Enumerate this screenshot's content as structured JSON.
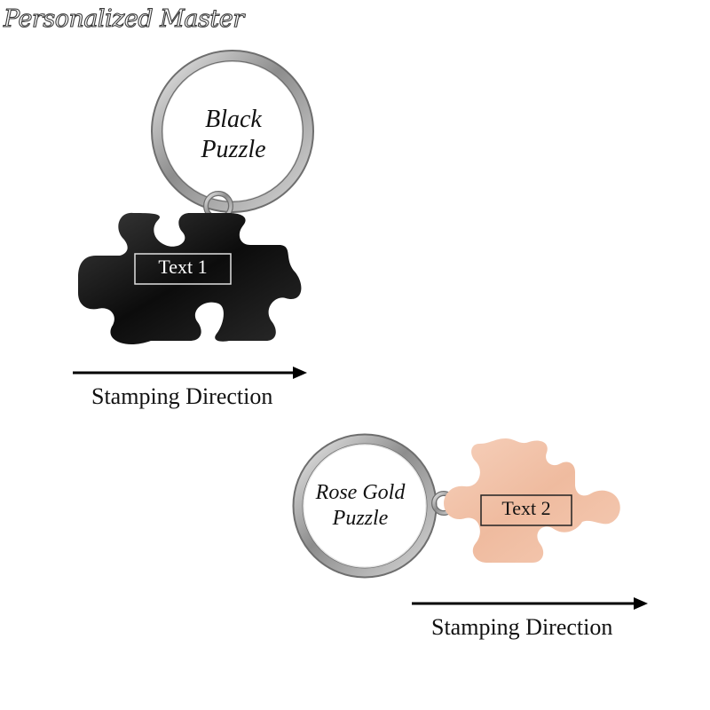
{
  "watermark": "Personalized Master",
  "products": [
    {
      "ring_label_line1": "Black",
      "ring_label_line2": "Puzzle",
      "engraving_placeholder": "Text 1",
      "direction_label": "Stamping Direction",
      "color": "#121212"
    },
    {
      "ring_label_line1": "Rose Gold",
      "ring_label_line2": "Puzzle",
      "engraving_placeholder": "Text 2",
      "direction_label": "Stamping Direction",
      "color": "#f2c3a9"
    }
  ]
}
